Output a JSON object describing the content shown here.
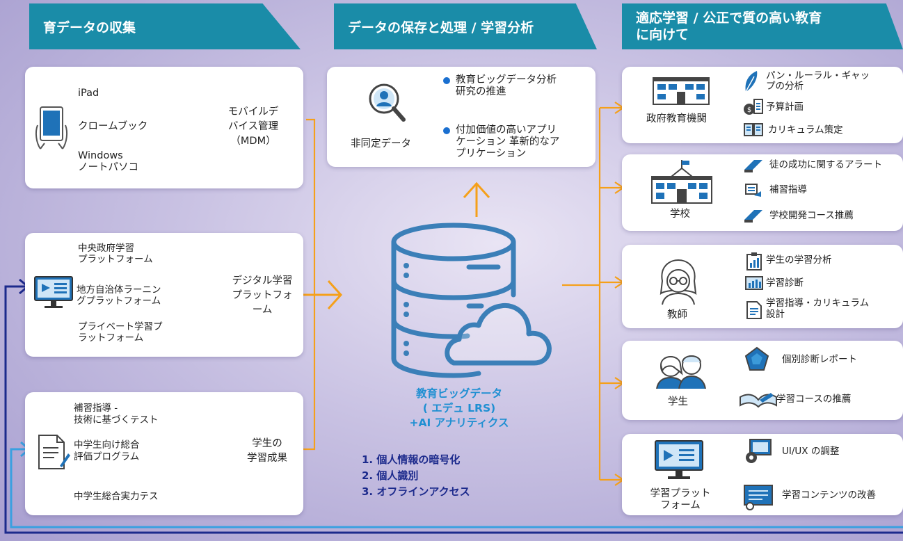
{
  "headers": {
    "col1": "育データの収集",
    "col2": "データの保存と処理 / 学習分析",
    "col3_line1": "適応学習 / 公正で質の高い教育",
    "col3_line2": "に向けて"
  },
  "devices": {
    "items": [
      "iPad",
      "クロームブック",
      "Windows",
      "ノートパソコ"
    ],
    "target_line1": "モバイルデ",
    "target_line2": "バイス管理",
    "target_line3": "（MDM）"
  },
  "platforms": {
    "item1_line1": "中央政府学習",
    "item1_line2": "プラットフォーム",
    "item2_line1": "地方自治体ラーニン",
    "item2_line2": "グプラットフォーム",
    "item3_line1": "プライベート学習プ",
    "item3_line2": "ラットフォーム",
    "target_line1": "デジタル学習",
    "target_line2": "プラットフォ",
    "target_line3": "ーム"
  },
  "outcomes": {
    "item1_line1": "補習指導 -",
    "item1_line2": "技術に基づくテスト",
    "item2_line1": "中学生向け総合",
    "item2_line2": "評価プログラム",
    "item3": "中学生総合実力テス",
    "target_line1": "学生の",
    "target_line2": "学習成果"
  },
  "anonymous": {
    "label": "非同定データ",
    "bullet1_line1": "教育ビッグデータ分析",
    "bullet1_line2": "研究の推進",
    "bullet2_line1": "付加価値の高いアプリ",
    "bullet2_line2": "ケーション 革新的なア",
    "bullet2_line3": "プリケーション"
  },
  "bigdata": {
    "title_line1": "教育ビッグデータ",
    "title_line2": "( エデュ LRS)",
    "title_line3": "+AI アナリティクス",
    "features": [
      "1. 個人情報の暗号化",
      "2. 個人識別",
      "3. オフラインアクセス"
    ]
  },
  "stakeholders": {
    "gov": {
      "label": "政府教育機関",
      "item1_line1": "パン・ルーラル・ギャッ",
      "item1_line2": "プの分析",
      "item2": "予算計画",
      "item3": "カリキュラム策定"
    },
    "school": {
      "label": "学校",
      "item1": "徒の成功に関するアラート",
      "item2": "補習指導",
      "item3": "学校開発コース推薦"
    },
    "teacher": {
      "label": "教師",
      "item1": "学生の学習分析",
      "item2": "学習診断",
      "item3_line1": "学習指導・カリキュラム",
      "item3_line2": "設計"
    },
    "student": {
      "label": "学生",
      "item1": "個別診断レポート",
      "item2": "学習コースの推薦"
    },
    "platform": {
      "label_line1": "学習プラット",
      "label_line2": "フォーム",
      "item1": "UI/UX の調整",
      "item2": "学習コンテンツの改善"
    }
  },
  "colors": {
    "header": "#1a8ca8",
    "orange": "#f5a01a",
    "navy": "#1c2a8c",
    "bullet": "#1a6fd0",
    "cyan_title": "#1f8fd2",
    "feedback_light": "#3aa0e0"
  }
}
